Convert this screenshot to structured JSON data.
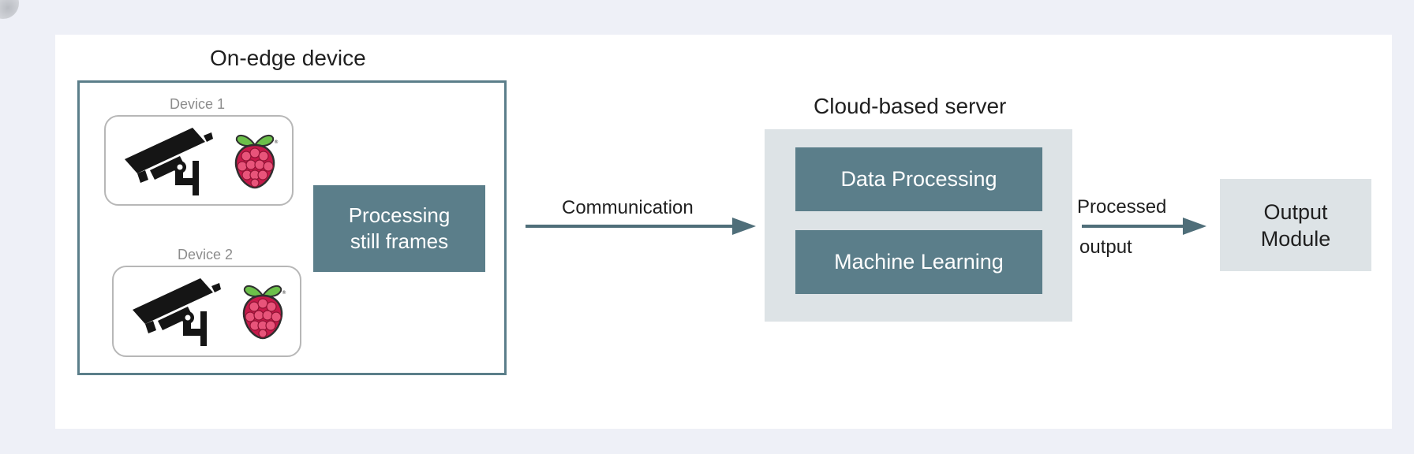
{
  "edge": {
    "title": "On-edge device",
    "devices": [
      {
        "label": "Device 1",
        "camera_icon": "security-camera-icon",
        "board_icon": "raspberry-pi-icon"
      },
      {
        "label": "Device 2",
        "camera_icon": "security-camera-icon",
        "board_icon": "raspberry-pi-icon"
      }
    ],
    "processing": {
      "line1": "Processing",
      "line2": "still frames"
    }
  },
  "communication": {
    "label": "Communication"
  },
  "cloud": {
    "title": "Cloud-based server",
    "blocks": [
      {
        "label": "Data Processing"
      },
      {
        "label": "Machine Learning"
      }
    ]
  },
  "processed_output": {
    "line1": "Processed",
    "line2": "output"
  },
  "output_module": {
    "line1": "Output",
    "line2": "Module"
  },
  "colors": {
    "teal": "#5b7e8a",
    "light_panel": "#dde3e6",
    "page_bg": "#eef0f7",
    "canvas_bg": "#ffffff",
    "raspberry": "#c51a4a",
    "leaf": "#6cc04a"
  }
}
